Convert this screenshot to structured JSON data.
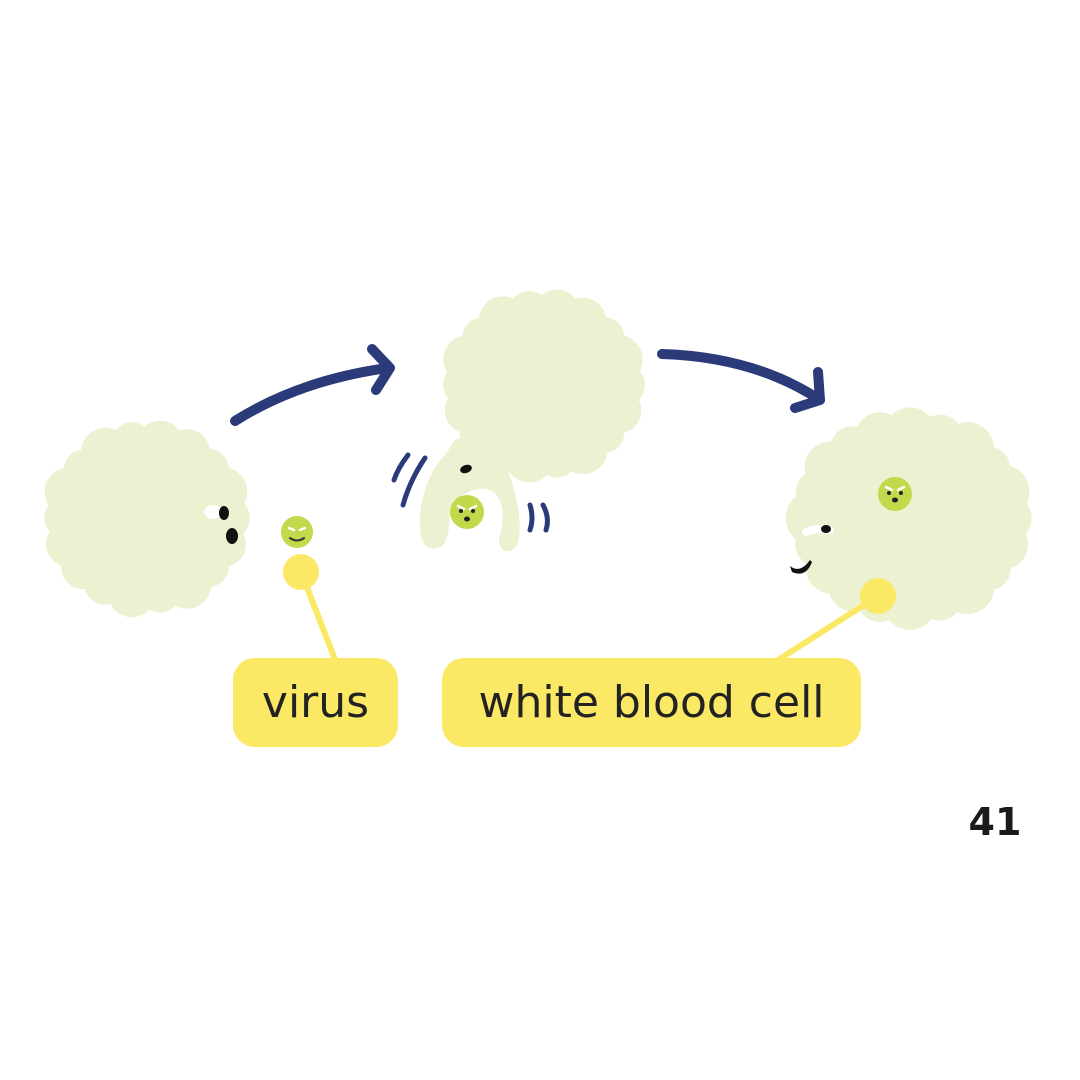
{
  "labels": {
    "virus": "virus",
    "white_blood_cell": "white blood cell"
  },
  "page_number": "41",
  "colors": {
    "cell": "#ecf1d2",
    "virus": "#c3d84a",
    "arrow": "#2b3a78",
    "label": "#fbe865",
    "pointer": "#fbe865"
  }
}
